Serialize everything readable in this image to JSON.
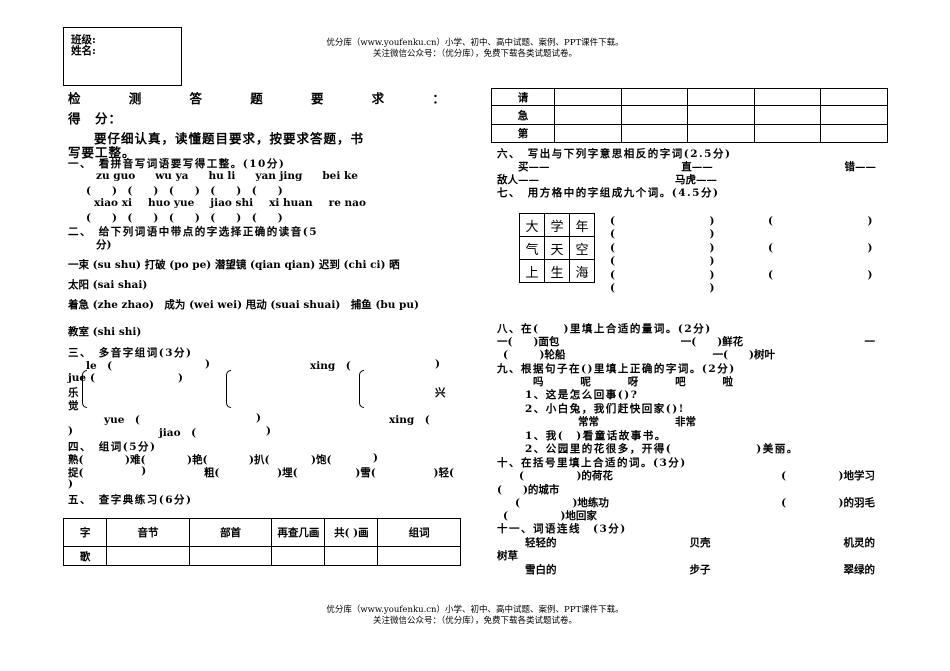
{
  "header": {
    "line1": "优分库（www.youfenku.cn）小学、初中、高中试题、案例、PPT课件下载。",
    "line2": "关注微信公众号：（优分库），免费下载各类试题试卷。"
  },
  "footer": {
    "line1": "优分库（www.youfenku.cn）小学、初中、高中试题、案例、PPT课件下载。",
    "line2": "关注微信公众号：（优分库），免费下载各类试题试卷。"
  },
  "student_box": {
    "class_label": "班级:",
    "name_label": "姓名:"
  },
  "left": {
    "title": [
      "检",
      "测",
      "答",
      "题",
      "要",
      "求",
      "："
    ],
    "score": "得　分：",
    "req1": "要仔细认真，读懂题目要求，按要求答题，书",
    "req2": "写要工整。",
    "s1": {
      "head": "一、　看拼音写词语要写得工整。(10分)",
      "row1": [
        "zu guo",
        "wu ya",
        "hu li",
        "yan jing",
        "bei ke"
      ],
      "blank": "(　　)　(　　)　(　　)　(　　)　(　　)",
      "row2": [
        "xiao xi",
        "huo yue",
        "jiao shi",
        "xi huan",
        "re nao"
      ]
    },
    "s2": {
      "head": "二、　给下列词语中带点的字选择正确的读音(5",
      "head2": "分)",
      "l1": "一束 (su shu) 打破 (po pe) 潜望镜 (qian qian) 迟到 (chi ci) 晒",
      "l2": "太阳 (sai shai)",
      "l3": "着急 (zhe zhao)　成为 (wei wei) 甩动 (suai shuai)　捕鱼 (bu pu)",
      "l4": "教室 (shi shi)"
    },
    "s3": {
      "head": "三、　多音字组词(3分)",
      "le": "le　(",
      "xing": "xing　(",
      "jue": "jue",
      "yue_le": "乐",
      "jue_zi": "觉",
      "xing_zi": "兴",
      "paren_open": "(",
      "paren_close": ")",
      "yue": "yue　(",
      "jiao": "jiao　(",
      "xing2": "xing　("
    },
    "s4": {
      "head": "四、　组词(5分)",
      "l1": [
        "熟(",
        ")难(",
        ")艳(",
        ")扒(",
        ")饱(",
        ")"
      ],
      "l2": [
        "捉(",
        ")",
        "粗(",
        ")埋(",
        ")雪(",
        ")轻("
      ],
      "l3": ")"
    },
    "s5": {
      "head": "五、　查字典练习(6分)",
      "cols": [
        "字",
        "音节",
        "部首",
        "再查几画",
        "共( )画",
        "组词"
      ],
      "row": [
        "歌",
        "",
        "",
        "",
        "",
        ""
      ]
    }
  },
  "right": {
    "top_table": {
      "rows": [
        "请",
        "急",
        "第"
      ]
    },
    "s6": {
      "head": "六、　写出与下列字意思相反的字词(2.5分)",
      "l1": [
        "买——",
        "直——",
        "错——"
      ],
      "l2": [
        "敌人——",
        "马虎——"
      ]
    },
    "s7": {
      "head": "七、　用方格中的字组成九个词。(4.5分)",
      "grid": [
        [
          "大",
          "学",
          "年"
        ],
        [
          "气",
          "天",
          "空"
        ],
        [
          "上",
          "生",
          "海"
        ]
      ],
      "paren": "(　　　　　　　　　)"
    },
    "s8": {
      "head": "八、在(　　)里填上合适的量词。(2分)",
      "l1": [
        "一(　　)面包",
        "一(　　)鲜花",
        "一"
      ],
      "l2": [
        "(　　　)轮船",
        "一(　　)树叶"
      ]
    },
    "s9": {
      "head": "九、根据句子在()里填上正确的字词。(2分)",
      "words1": [
        "吗",
        "呢",
        "呀",
        "吧",
        "啦"
      ],
      "q1": "1、这是怎么回事()?",
      "q2": "2、小白兔，我们赶快回家()!",
      "words2": [
        "常常",
        "非常"
      ],
      "q3": "1、我(　)看童话故事书。",
      "q4": "2、公园里的花很多，开得(　　　　　　　)美丽。"
    },
    "s10": {
      "head": "十、在括号里填上合适的词。(3分)",
      "l1": [
        "(　　　　　)的荷花",
        "(　　　　　)地学习"
      ],
      "l2": "(　　)的城市",
      "l3": [
        "(　　　　　)地练功",
        "(　　　　　)的羽毛"
      ],
      "l4": "(　　　　　)地回家"
    },
    "s11": {
      "head": "十一、词语连线　(3分)",
      "l1": [
        "轻轻的",
        "贝壳",
        "机灵的"
      ],
      "l2": "树草",
      "l3": [
        "雪白的",
        "步子",
        "翠绿的"
      ]
    }
  }
}
